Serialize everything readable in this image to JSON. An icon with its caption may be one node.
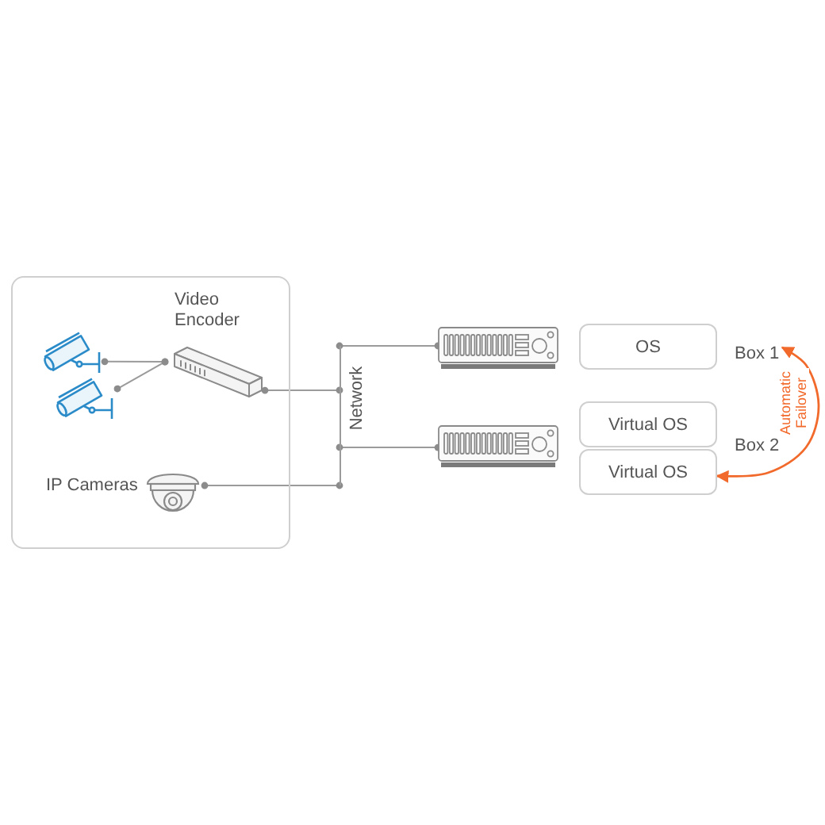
{
  "diagram": {
    "nodes": [
      {
        "text": [],
        "shape": "box"
      },
      {
        "text": [],
        "shape": "picture",
        "in": 0
      },
      {
        "text": [],
        "shape": "picture",
        "in": 0
      },
      {
        "text": [],
        "shape": "picture",
        "in": 0,
        "beside": [
          "Video Encoder"
        ]
      },
      {
        "text": [],
        "shape": "picture",
        "in": 0,
        "beside": [
          "IP Cameras"
        ]
      },
      {
        "text": [
          "Network"
        ]
      },
      {
        "text": [],
        "shape": "picture"
      },
      {
        "text": [],
        "shape": "picture"
      },
      {
        "text": [
          "OS"
        ]
      },
      {
        "text": [
          "Virtual OS"
        ]
      },
      {
        "text": [
          "Virtual OS"
        ]
      },
      {
        "text": [
          "Box 1"
        ]
      }
    ],
    "edges": [
      {
        "from": 1,
        "to": 3,
        "arrow": "other"
      },
      {
        "from": 2,
        "to": 3,
        "arrow": "other"
      },
      {
        "from": 3,
        "to": 5,
        "arrow": "other"
      },
      {
        "from": 4,
        "to": 5,
        "arrow": "other"
      },
      {
        "from": 5,
        "to": 6,
        "arrow": "other"
      },
      {
        "from": 5,
        "to": 7,
        "arrow": "other"
      },
      {
        "from": 10,
        "to": 11,
        "arrow": "both",
        "label": "Automatic Failover",
        "color": "#f26a2b"
      }
    ],
    "labels": [
      "Box 2"
    ]
  }
}
